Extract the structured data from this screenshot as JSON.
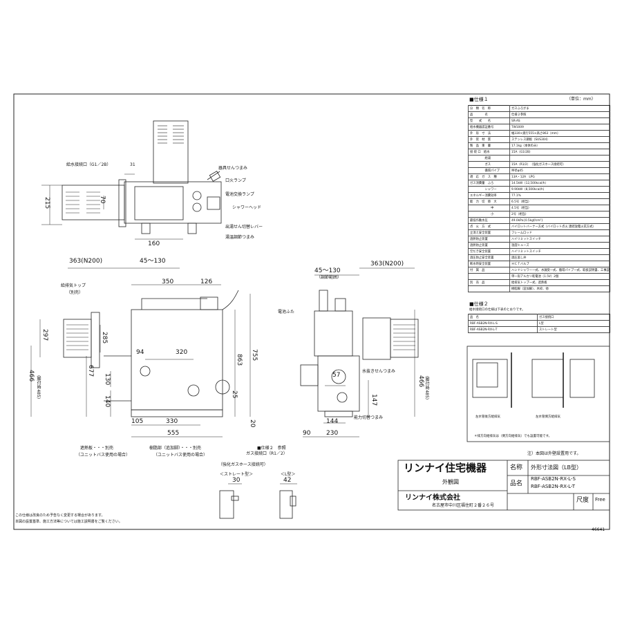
{
  "drawing": {
    "unit_note": "（単位：mm）",
    "footer_left": "この仕様は改良のため予告なく変更する場合があります。",
    "footer_left2": "本図の設置基準、施工方法等については施工説明書をご覧ください。",
    "drawing_number": "46641"
  },
  "labels": {
    "kyuusui": "給水接続口（G1／2B）",
    "kigu": "器具せんつまみ",
    "kuchibi": "口火ランプ",
    "denchi_lamp": "電池交換ランプ",
    "shower": "シャワーヘッド",
    "desen": "出湯せん切替レバー",
    "ondo": "湯温調節つまみ",
    "kyuuhai": "給排気トップ",
    "betsubai": "（別売）",
    "denchi_futa": "電池ふた",
    "mizunuki": "水抜きせんつまみ",
    "nouryoku": "能力切替つまみ",
    "tokki": "遮熱板・・・別売",
    "unit_bath": "（ユニットバス使用の場合）",
    "shukubo": "樹脂部（追加脚）・・・別売",
    "unit_bath2": "（ユニットバス使用の場合）",
    "spec2_ref": "■仕様２　参照",
    "gas_conn": "ガス接続口（R1／2）",
    "hose": "（強化ガスホース接続可）",
    "straight": "＜ストレート型＞",
    "l_type": "＜L型＞",
    "adjust1": "（調節範囲）",
    "note_outside": "注）本図は外壁設置用です。",
    "wall_note": "＊排方向給排気は（側方向給排気）でも設置可能です。",
    "wall_cap1": "左水管後方給排気",
    "wall_cap2": "左水管側方給排気"
  },
  "dims": {
    "d31": "31",
    "d215": "215",
    "d70": "70",
    "d160": "160",
    "d363a": "363(N200)",
    "d45a": "45～130",
    "d350": "350",
    "d126": "126",
    "d297": "297",
    "d285": "285",
    "d466a": "466",
    "d466a_note": "(脚付時485)",
    "d677": "677",
    "d863": "863",
    "d755": "755",
    "d94": "94",
    "d320": "320",
    "d130": "130",
    "d140": "140",
    "d25": "25",
    "d105": "105",
    "d330": "330",
    "d20": "20",
    "d555": "555",
    "d45b": "45～130",
    "d363b": "363(N200)",
    "d57": "57",
    "d147": "147",
    "d144": "144",
    "d90": "90",
    "d230": "230",
    "d466b": "466",
    "d466b_note": "(脚付時485)",
    "d30": "30",
    "d42": "42"
  },
  "spec1": {
    "title": "■仕様１",
    "rows": [
      [
        "分　類　名　称",
        "ガスふろがま",
        ""
      ],
      [
        "品　　　　名",
        "仕様２参照",
        ""
      ],
      [
        "型　　式　　名",
        "SR-AS",
        ""
      ],
      [
        "給水機器認証番号",
        "TW1009",
        ""
      ],
      [
        "外　形　寸　法",
        "幅330×奥行555×高さ863（mm）",
        ""
      ],
      [
        "外　装　材　質",
        "ステンレス鋼板（SUS304）",
        ""
      ],
      [
        "製　品　重　量",
        "17.1kg（本体のみ）",
        ""
      ],
      [
        "接 続 口　給水",
        "15A（G1/2B）",
        ""
      ],
      [
        "　　　　　給湯",
        "",
        ""
      ],
      [
        "　　　　　ガス",
        "15A（R1/2）　（強化ガスホース接続可）",
        ""
      ],
      [
        "　　　　　循環パイプ",
        "呼径φ45",
        ""
      ],
      [
        "適　応　ガ　ス　種",
        "13A・12A　LPG",
        ""
      ],
      [
        "ガス消費量　ふろ",
        "14.5kW（12,500kcal/h）",
        ""
      ],
      [
        "　　　　　シャワー",
        "9.90kW（8,500kcal/h）",
        ""
      ],
      [
        "エネルギー消費効率",
        "77.1%",
        ""
      ],
      [
        "能　力　切　替　大",
        "6.5号（相当）",
        ""
      ],
      [
        "　　　　　　　中",
        "4.5号（相当）",
        ""
      ],
      [
        "　　　　　　　小",
        "2号（相当）",
        ""
      ],
      [
        "最低作動水圧",
        "49.0kPa{0.5kgf/cm²}",
        ""
      ],
      [
        "点　火　方　式",
        "バイロットバーナー方式（バイロット点火 連続放電火花方式）",
        ""
      ],
      [
        "立消え安全装置",
        "フレームロッド",
        ""
      ],
      [
        "過熱防止装置",
        "ハイリミットスイッチ",
        ""
      ],
      [
        "過熱防止装置",
        "温度ヒューズ",
        ""
      ],
      [
        "空だき安全装置",
        "ハイリミットスイッチ",
        ""
      ],
      [
        "過圧防止安全装置",
        "過圧逃し弁",
        ""
      ],
      [
        "断水時安全装置",
        "ＨＣＴバルブ",
        ""
      ],
      [
        "付　属　品",
        "ハンドシャワー一式、水漏受一式、循環パイプ一式、取扱説明書、工事説明書、保証書",
        ""
      ],
      [
        "",
        "単一形アルカリ乾電池（1.5V）2個",
        ""
      ],
      [
        "別　売　品",
        "給排気トップ一式、遮熱板",
        ""
      ],
      [
        "",
        "樹脂脚（追加脚）、木枠、他",
        ""
      ]
    ]
  },
  "spec2": {
    "title": "■仕様２",
    "note": "給水接続口の仕様は下表のとおりです。",
    "header": [
      "品　名",
      "ガス接続口"
    ],
    "rows": [
      [
        "RBF-ASB2N-RX-L-S",
        "L型"
      ],
      [
        "RBF-ASB2N-RX-L-T",
        "ストレート型"
      ]
    ]
  },
  "title_block": {
    "company_brand": "リンナイ住宅機器",
    "gaikanzu": "外観図",
    "company_name": "リンナイ株式会社",
    "address": "名古屋市中川区福住町２番２６号",
    "meishou_label": "名称",
    "meishou_value": "外形寸法図（LB型）",
    "hinmei_label": "品名",
    "hinmei_value1": "RBF-ASB2N-RX-L-S",
    "hinmei_value2": "RBF-ASB2N-RX-L-T",
    "shakudo_label": "尺度",
    "shakudo_value": "Free"
  },
  "icons": {
    "gas_unit": "boiler-outline",
    "wall_diagram": "installation-diagram"
  }
}
